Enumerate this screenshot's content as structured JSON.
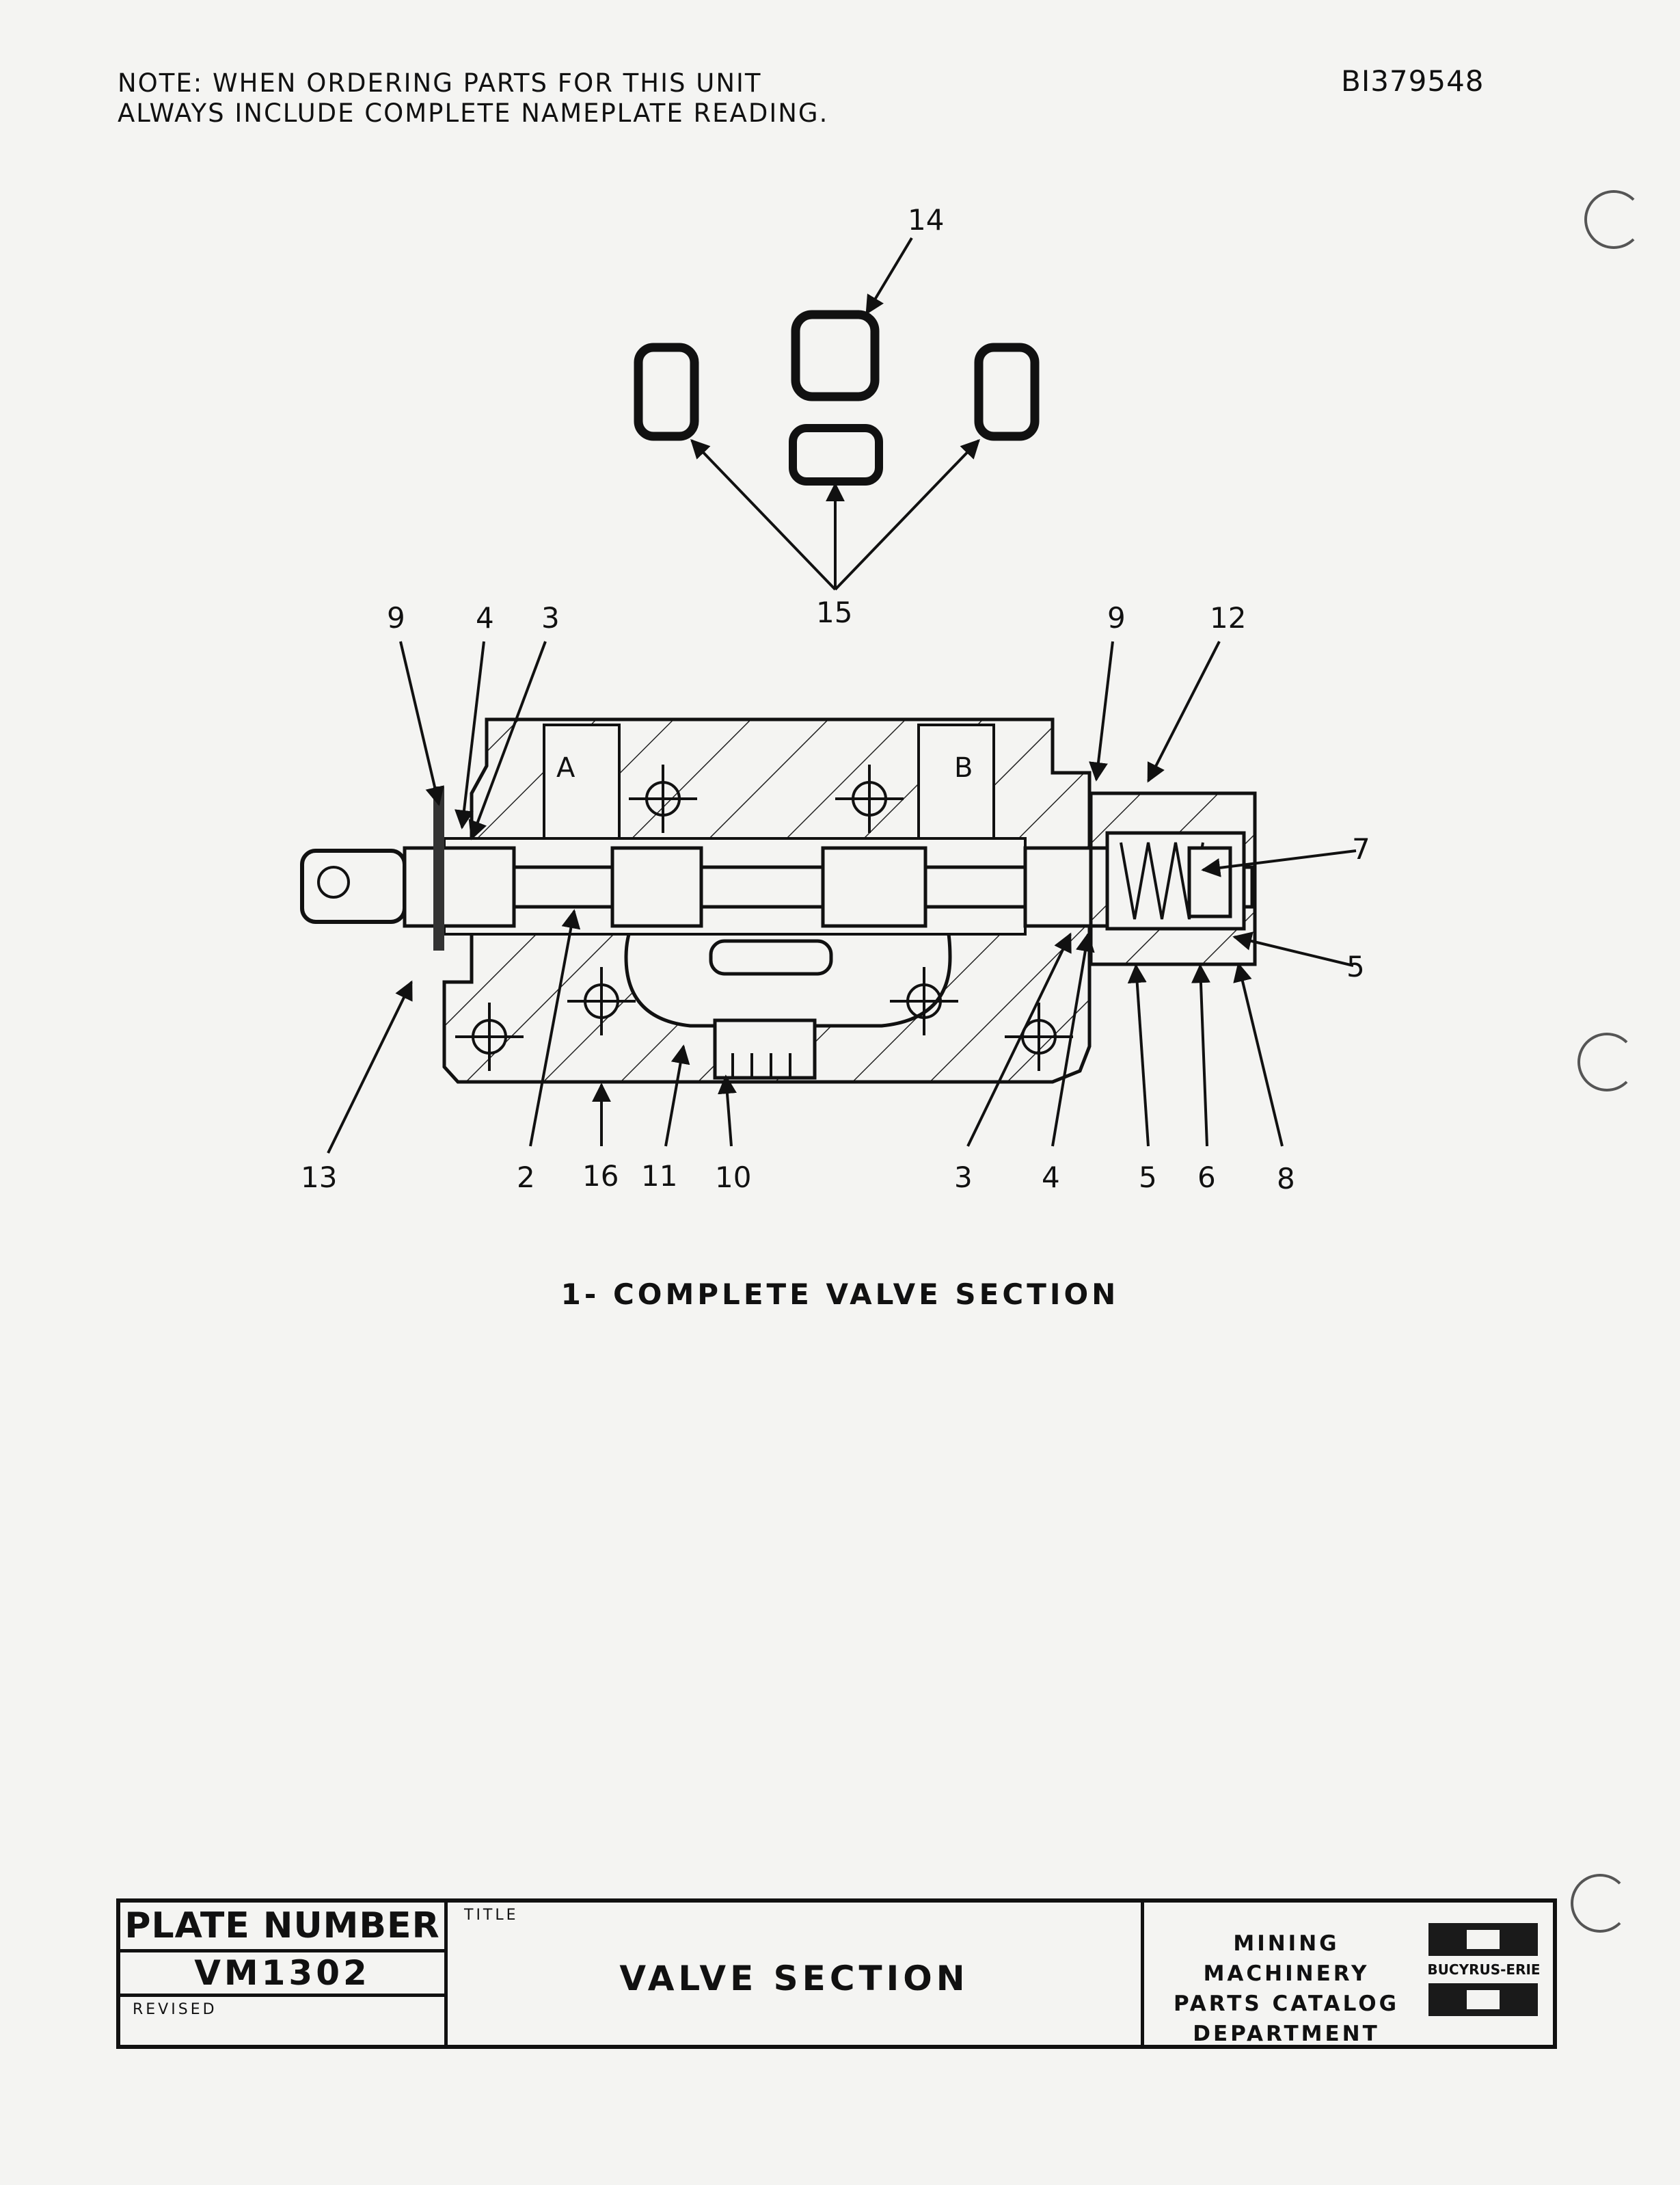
{
  "header": {
    "note_line1": "NOTE:  WHEN ORDERING PARTS FOR THIS UNIT",
    "note_line2": "ALWAYS INCLUDE COMPLETE NAMEPLATE READING.",
    "document_number": "BI379548"
  },
  "diagram": {
    "caption": "1- COMPLETE VALVE SECTION",
    "port_labels": [
      "A",
      "B"
    ],
    "callouts": [
      "14",
      "15",
      "9",
      "4",
      "3",
      "9",
      "12",
      "7",
      "5",
      "13",
      "2",
      "16",
      "11",
      "10",
      "3",
      "4",
      "5",
      "6",
      "8"
    ]
  },
  "title_block": {
    "plate_number_label": "PLATE NUMBER",
    "plate_number": "VM1302",
    "revised_label": "REVISED",
    "title_label": "TITLE",
    "title": "VALVE SECTION",
    "department_line1": "MINING MACHINERY",
    "department_line2": "PARTS CATALOG",
    "department_line3": "DEPARTMENT",
    "logo_text": "BUCYRUS-ERIE"
  }
}
